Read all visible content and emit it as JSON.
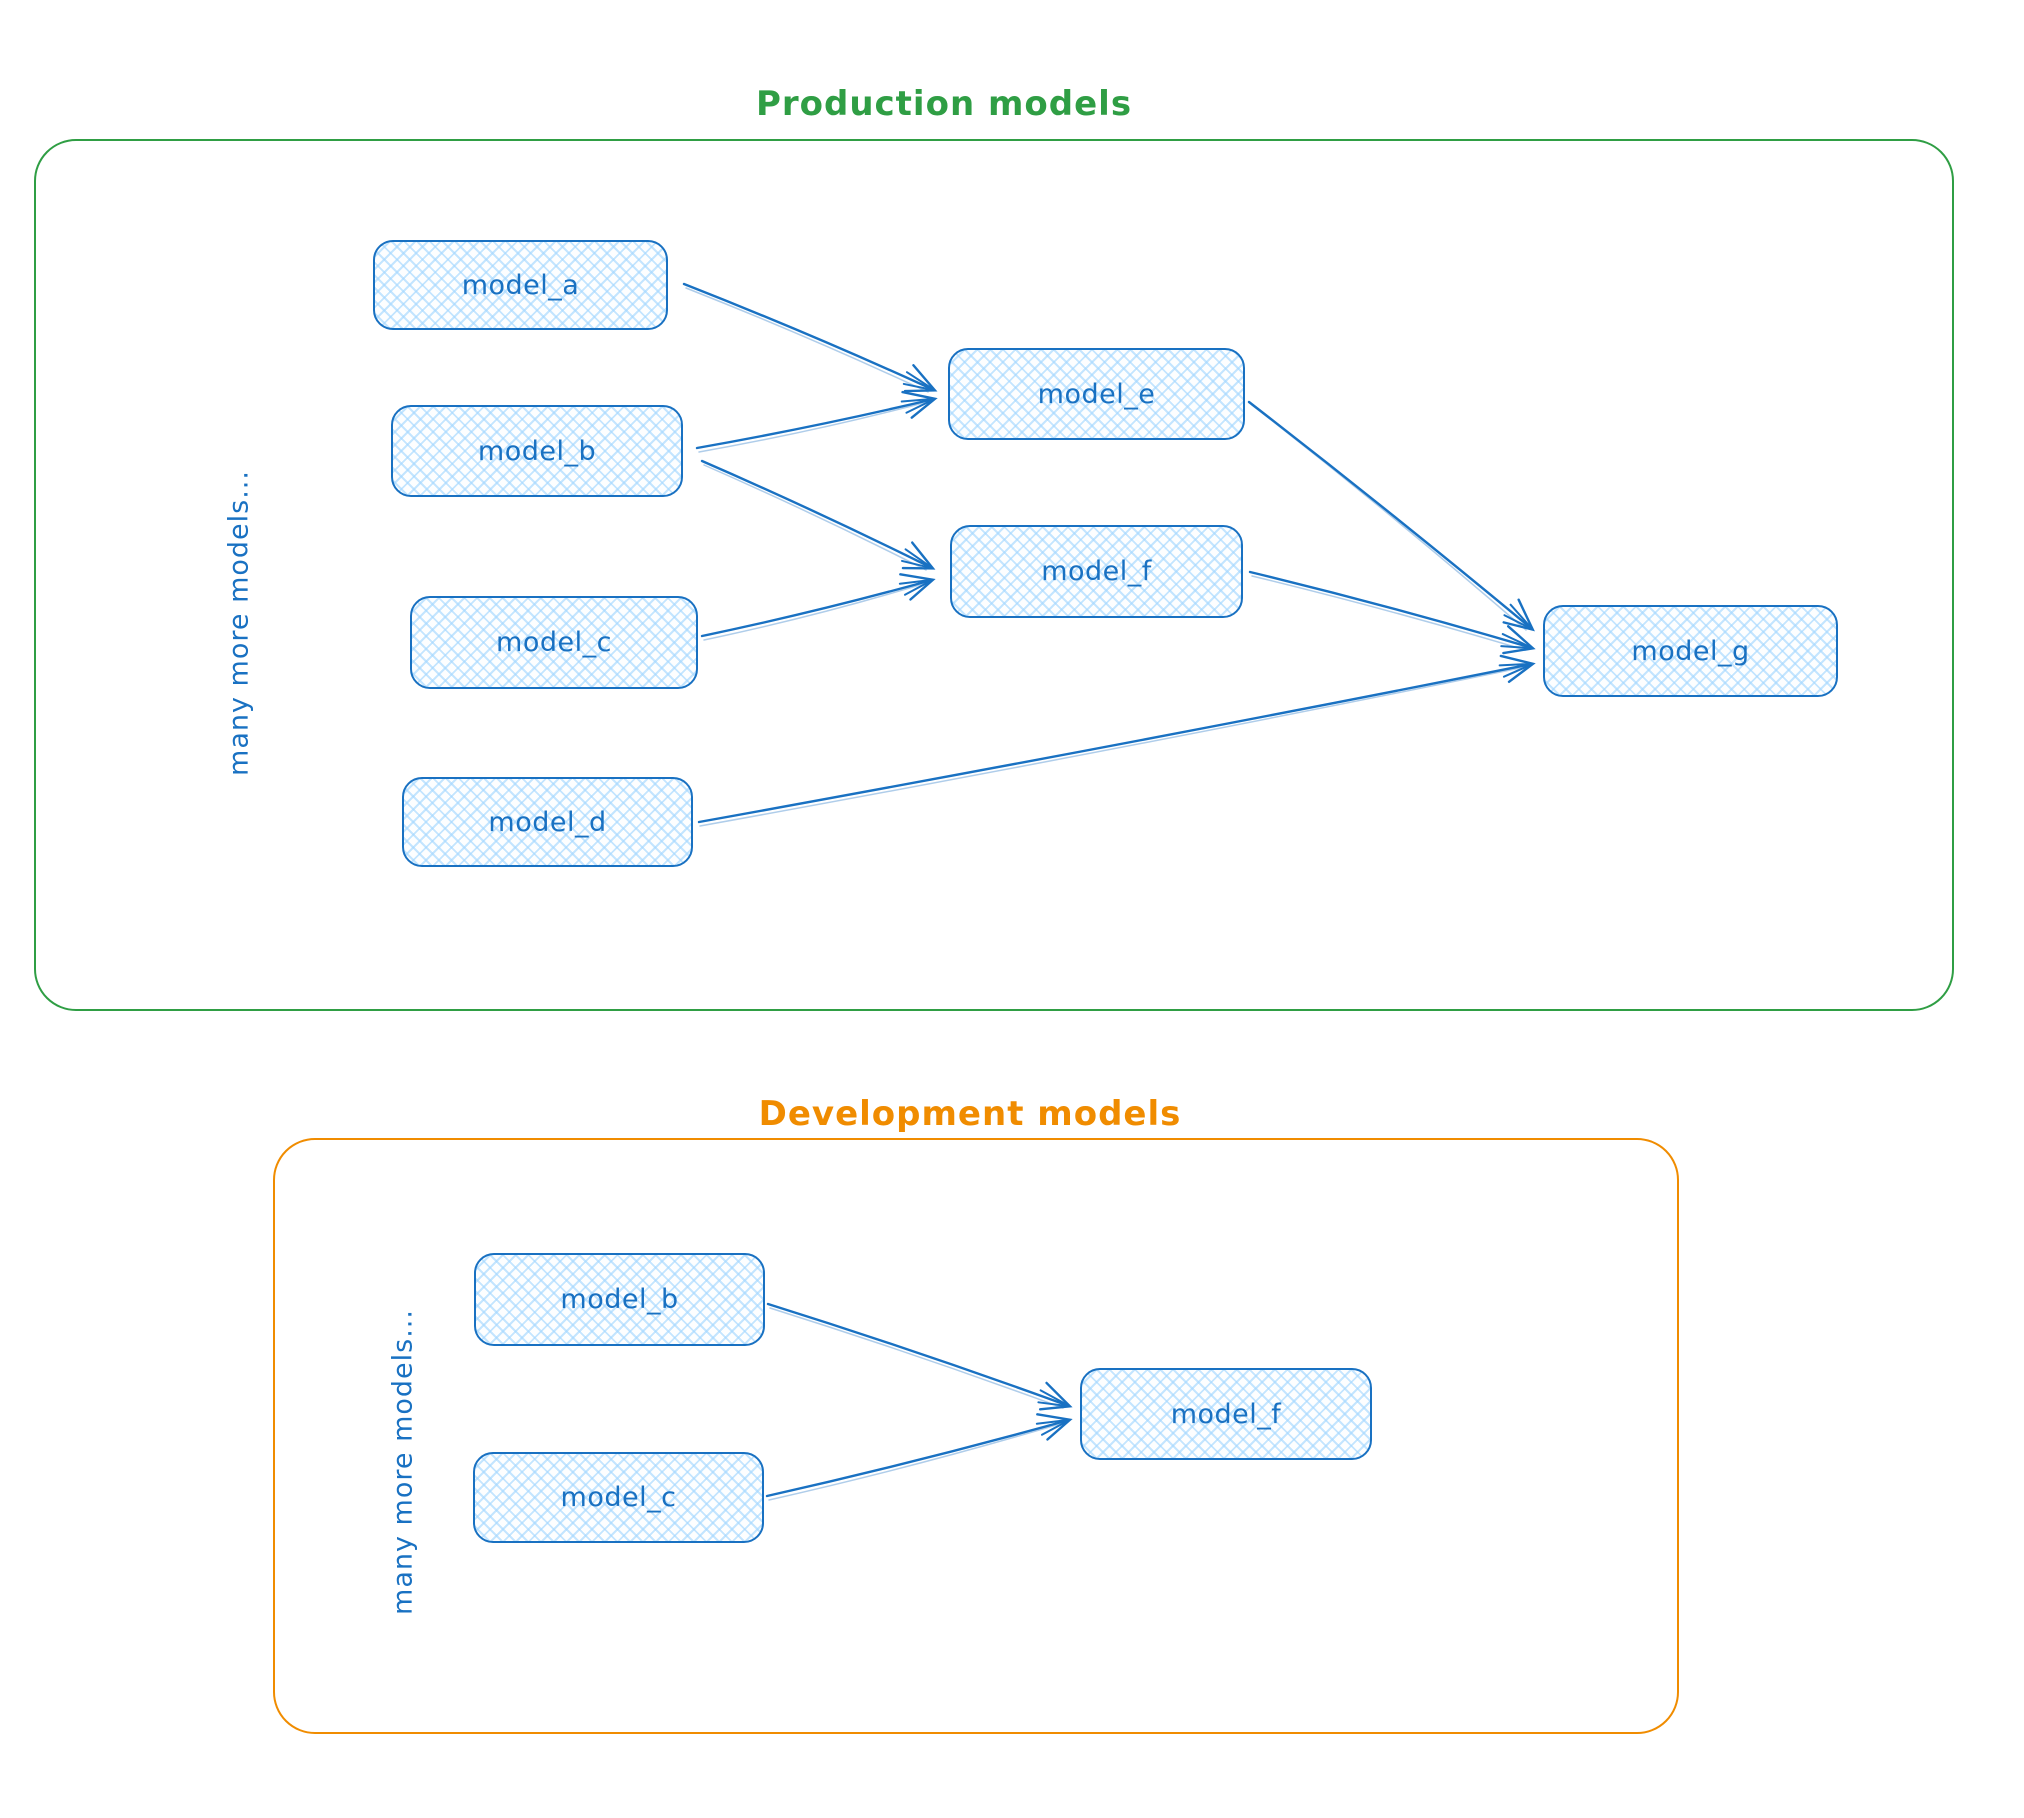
{
  "page": {
    "background": "#ffffff"
  },
  "style": {
    "node_stroke_color": "#1971c2",
    "node_hatch_color": "#a5d8ff",
    "arrow_color": "#1971c2",
    "production_accent": "#2f9e44",
    "development_accent": "#f08c00"
  },
  "production": {
    "title": "Production models",
    "side_label": "many more models...",
    "nodes": {
      "model_a": {
        "label": "model_a"
      },
      "model_b": {
        "label": "model_b"
      },
      "model_c": {
        "label": "model_c"
      },
      "model_d": {
        "label": "model_d"
      },
      "model_e": {
        "label": "model_e"
      },
      "model_f": {
        "label": "model_f"
      },
      "model_g": {
        "label": "model_g"
      }
    },
    "edges": [
      {
        "from": "model_a",
        "to": "model_e"
      },
      {
        "from": "model_b",
        "to": "model_e"
      },
      {
        "from": "model_b",
        "to": "model_f"
      },
      {
        "from": "model_c",
        "to": "model_f"
      },
      {
        "from": "model_e",
        "to": "model_g"
      },
      {
        "from": "model_f",
        "to": "model_g"
      },
      {
        "from": "model_d",
        "to": "model_g"
      }
    ]
  },
  "development": {
    "title": "Development models",
    "side_label": "many more models...",
    "nodes": {
      "model_b": {
        "label": "model_b"
      },
      "model_c": {
        "label": "model_c"
      },
      "model_f": {
        "label": "model_f"
      }
    },
    "edges": [
      {
        "from": "model_b",
        "to": "model_f"
      },
      {
        "from": "model_c",
        "to": "model_f"
      }
    ]
  }
}
